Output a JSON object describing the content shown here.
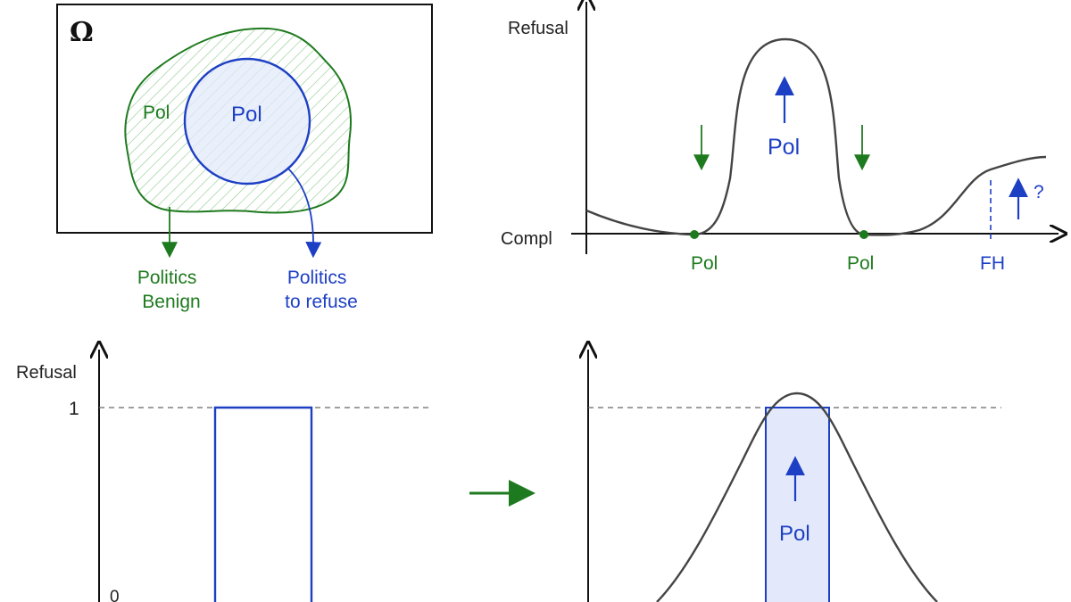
{
  "colors": {
    "green": "#1e7a1e",
    "blue": "#1d3fc4",
    "curve": "#444444",
    "axis": "#111111",
    "blue_fill": "#e3e9fb",
    "green_hatch": "#8cc98c"
  },
  "venn": {
    "omega_label": "Ω",
    "outer_label": "Pol",
    "inner_label": "Pol",
    "benign_caption": [
      "Politics",
      "Benign"
    ],
    "refuse_caption": [
      "Politics",
      "to refuse"
    ]
  },
  "top_right_plot": {
    "y_axis_label": "Refusal",
    "x_axis_label": "Compl",
    "center_label": "Pol",
    "points": [
      {
        "label": "Pol"
      },
      {
        "label": "Pol"
      }
    ],
    "fh_label": "FH",
    "question_mark": "?"
  },
  "bottom_left_plot": {
    "y_axis_label": "Refusal",
    "tick_1": "1",
    "tick_0": "0"
  },
  "bottom_right_plot": {
    "center_label": "Pol"
  }
}
